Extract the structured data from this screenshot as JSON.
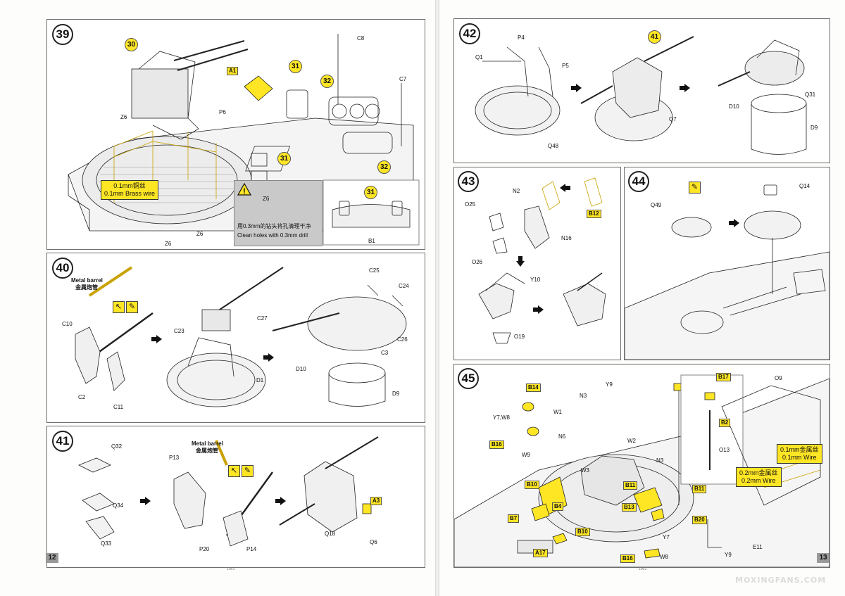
{
  "pages": {
    "left_number": "12",
    "right_number": "13",
    "left_code": "1063",
    "right_code": "1063"
  },
  "watermark": "MOXINGFANS.COM",
  "steps": {
    "s39": {
      "number": "39",
      "callouts": [
        "30",
        "31",
        "32",
        "31",
        "32",
        "31"
      ],
      "yellow_part": "A1",
      "parts": [
        "C8",
        "C7",
        "Z6",
        "P6",
        "Z6",
        "Z6",
        "B1"
      ],
      "note_cn": "0.1mm铜丝",
      "note_en": "0.1mm Brass wire",
      "warning_part": "Z6",
      "warning_cn": "用0.3mm的钻头将孔清理干净",
      "warning_en": "Clean holes with 0.3mm drill"
    },
    "s40": {
      "number": "40",
      "barrel_en": "Metal barrel",
      "barrel_cn": "金属炮管",
      "parts": [
        "C10",
        "C2",
        "C11",
        "C23",
        "C27",
        "D1",
        "C25",
        "C24",
        "C26",
        "C3",
        "D10",
        "D9"
      ]
    },
    "s41": {
      "number": "41",
      "barrel_en": "Metal barrel",
      "barrel_cn": "金属炮管",
      "parts": [
        "Q32",
        "Q34",
        "Q33",
        "P13",
        "P20",
        "P14",
        "Q18",
        "Q6"
      ],
      "yellow_part": "A3"
    },
    "s42": {
      "number": "42",
      "callout": "41",
      "parts": [
        "P4",
        "Q1",
        "P5",
        "Q48",
        "Q7",
        "Q31",
        "D10",
        "D9"
      ]
    },
    "s43": {
      "number": "43",
      "parts": [
        "N2",
        "O25",
        "N16",
        "O26",
        "Y10",
        "O19"
      ],
      "yellow_part": "B12"
    },
    "s44": {
      "number": "44",
      "parts": [
        "Q49",
        "Q14"
      ]
    },
    "s45": {
      "number": "45",
      "yellow_parts": [
        "B14",
        "B16",
        "B10",
        "B4",
        "B7",
        "B10",
        "A17",
        "B16",
        "B11",
        "B13",
        "B17",
        "B2",
        "B11",
        "B20"
      ],
      "parts": [
        "Y7,W8",
        "W1",
        "N6",
        "W9",
        "W3",
        "N3",
        "Y9",
        "W2",
        "N3",
        "O13",
        "O9",
        "Y7",
        "W8",
        "Y9",
        "E11"
      ],
      "note1_cn": "0.1mm金属丝",
      "note1_en": "0.1mm Wire",
      "note2_cn": "0.2mm金属丝",
      "note2_en": "0.2mm Wire"
    }
  }
}
